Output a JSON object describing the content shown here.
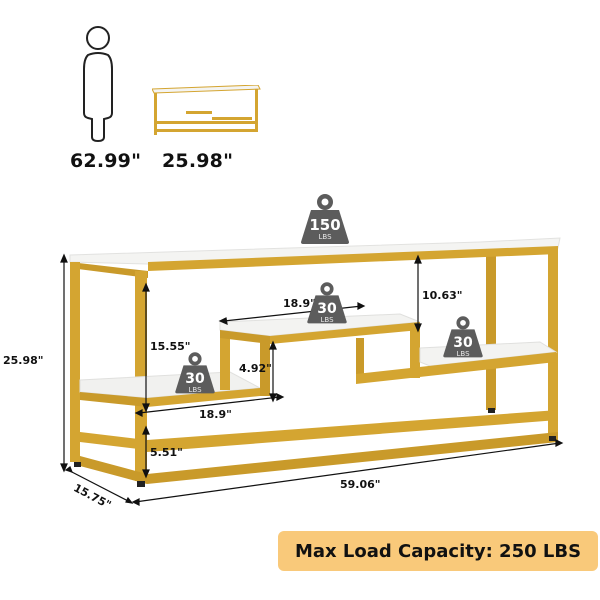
{
  "scale_comparison": {
    "person_icon": "person-silhouette-icon",
    "person_height": "62.99\"",
    "table_thumbnail_icon": "tv-stand-thumbnail-icon",
    "table_height": "25.98\""
  },
  "dimensions": {
    "overall_height": "25.98\"",
    "overall_depth": "15.75\"",
    "overall_width": "59.06\"",
    "lower_shelf_clearance": "15.55\"",
    "upper_step_clearance": "10.63\"",
    "upper_step_width": "18.9\"",
    "step_height": "4.92\"",
    "lower_shelf_width": "18.9\"",
    "bottom_clearance": "5.51\""
  },
  "load_ratings": {
    "top": {
      "value": "150",
      "unit": "LBS"
    },
    "upper_step": {
      "value": "30",
      "unit": "LBS"
    },
    "right_shelf": {
      "value": "30",
      "unit": "LBS"
    },
    "left_shelf": {
      "value": "30",
      "unit": "LBS"
    }
  },
  "banner": {
    "text": "Max Load Capacity: 250 LBS"
  },
  "colors": {
    "gold_frame": "#d4a531",
    "gold_dark": "#b88a25",
    "marble": "#f4f4f2",
    "weight_gray": "#5c5c5c",
    "banner_bg": "#f9c97a"
  }
}
